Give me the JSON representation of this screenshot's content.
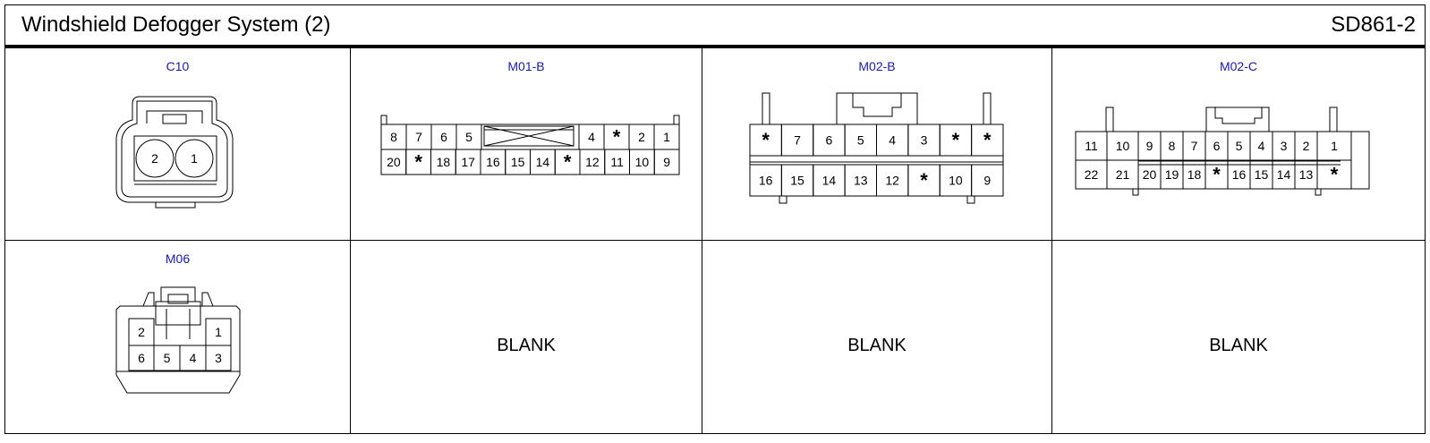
{
  "header": {
    "title": "Windshield Defogger System (2)",
    "code": "SD861-2"
  },
  "colors": {
    "label": "#1a1aa8",
    "line": "#000000"
  },
  "connectors": {
    "c10": {
      "label": "C10",
      "pins": [
        "2",
        "1"
      ]
    },
    "m01b": {
      "label": "M01-B",
      "top": [
        "8",
        "7",
        "6",
        "5",
        "4",
        "*",
        "2",
        "1"
      ],
      "bottom": [
        "20",
        "*",
        "18",
        "17",
        "16",
        "15",
        "14",
        "*",
        "12",
        "11",
        "10",
        "9"
      ]
    },
    "m02b": {
      "label": "M02-B",
      "top": [
        "*",
        "7",
        "6",
        "5",
        "4",
        "3",
        "*",
        "*"
      ],
      "bottom": [
        "16",
        "15",
        "14",
        "13",
        "12",
        "*",
        "10",
        "9"
      ]
    },
    "m02c": {
      "label": "M02-C",
      "top": [
        "11",
        "10",
        "9",
        "8",
        "7",
        "6",
        "5",
        "4",
        "3",
        "2",
        "1"
      ],
      "bottom": [
        "22",
        "21",
        "20",
        "19",
        "18",
        "*",
        "16",
        "15",
        "14",
        "13",
        "*"
      ]
    },
    "m06": {
      "label": "M06",
      "top": [
        "2",
        "1"
      ],
      "bottom": [
        "6",
        "5",
        "4",
        "3"
      ]
    }
  },
  "blanks": [
    "BLANK",
    "BLANK",
    "BLANK"
  ]
}
